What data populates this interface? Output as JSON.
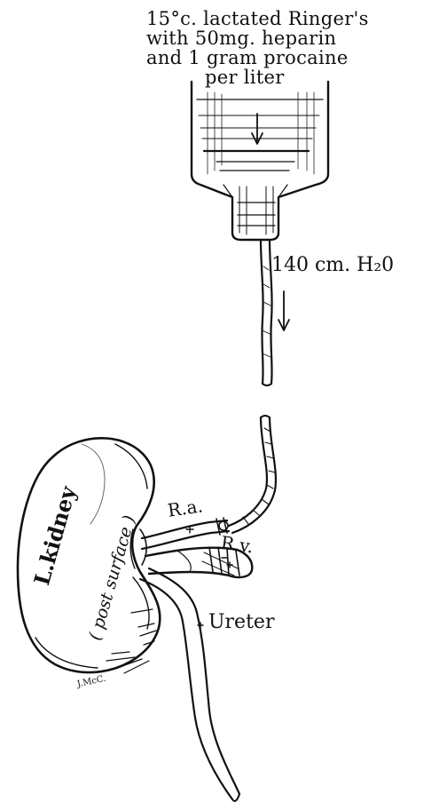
{
  "caption": {
    "line1": "15°c. lactated Ringer's",
    "line2": "with 50mg.  heparin",
    "line3": "and 1 gram procaine",
    "line4": "per liter"
  },
  "labels": {
    "pressure": "140 cm.  H₂0",
    "kidney": "L.kidney",
    "surface": "( post surface )",
    "renal_artery": "R.a.",
    "renal_vein": "R.v.",
    "ureter": "Ureter",
    "signature": "J.McC."
  },
  "colors": {
    "ink": "#111111",
    "paper": "#ffffff"
  }
}
